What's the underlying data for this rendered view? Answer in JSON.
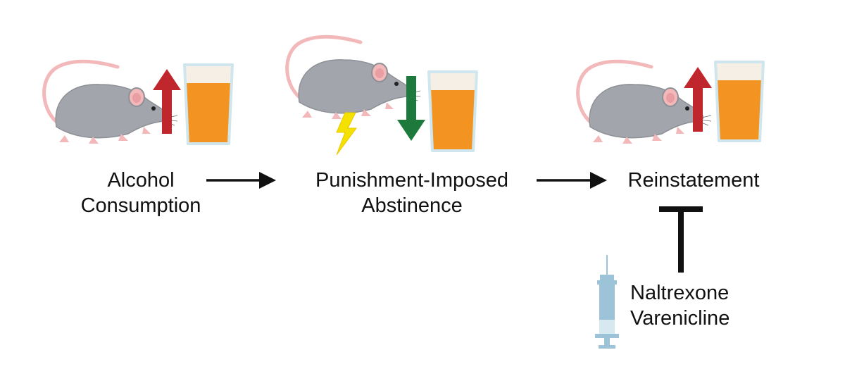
{
  "stages": [
    {
      "label_lines": [
        "Alcohol",
        "Consumption"
      ],
      "trend": "up"
    },
    {
      "label_lines": [
        "Punishment-Imposed",
        "Abstinence"
      ],
      "trend": "down"
    },
    {
      "label_lines": [
        "Reinstatement"
      ],
      "trend": "up"
    }
  ],
  "treatment": {
    "label_lines": [
      "Naltrexone",
      "Varenicline"
    ]
  },
  "colors": {
    "up_arrow": "#c0272d",
    "down_arrow": "#1e7a3c",
    "alcohol": "#f39322",
    "foam": "#f6efe6",
    "glass": "#cfe6ee",
    "rat_body": "#a2a5ab",
    "rat_pink": "#f3b8b9",
    "lightning": "#f5e100",
    "syringe": "#9cc3d8",
    "line": "#111111"
  },
  "icons": [
    "rat-icon",
    "up-arrow-icon",
    "down-arrow-icon",
    "glass-icon",
    "lightning-icon",
    "syringe-icon",
    "inhibition-icon"
  ]
}
